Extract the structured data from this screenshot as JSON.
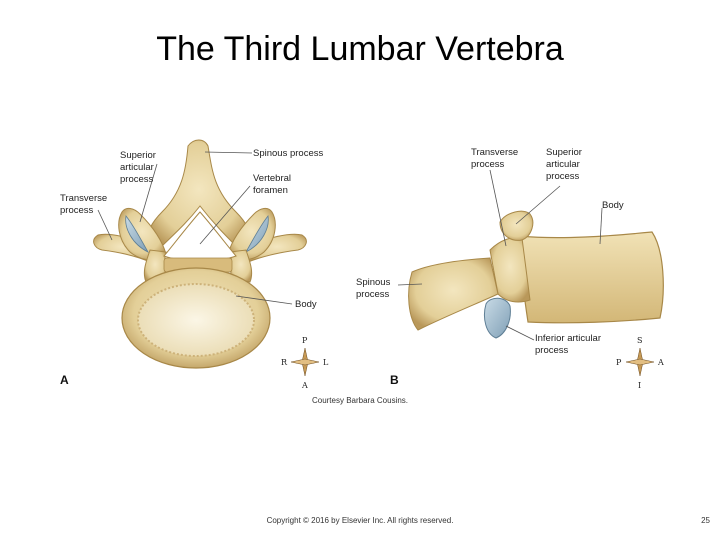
{
  "slide": {
    "title": "The Third Lumbar Vertebra",
    "credit": "Courtesy Barbara Cousins.",
    "copyright": "Copyright © 2016 by Elsevier Inc. All rights reserved.",
    "page_number": "25"
  },
  "figure_a": {
    "panel_label": "A",
    "labels": {
      "superior_articular": [
        "Superior",
        "articular",
        "process"
      ],
      "spinous": "Spinous process",
      "vertebral_foramen": [
        "Vertebral",
        "foramen"
      ],
      "transverse": [
        "Transverse",
        "process"
      ],
      "body": "Body"
    },
    "compass": {
      "top": "P",
      "bottom": "A",
      "left": "R",
      "right": "L"
    }
  },
  "figure_b": {
    "panel_label": "B",
    "labels": {
      "transverse": [
        "Transverse",
        "process"
      ],
      "superior_articular": [
        "Superior",
        "articular",
        "process"
      ],
      "body": "Body",
      "spinous": [
        "Spinous",
        "process"
      ],
      "inferior_articular": [
        "Inferior articular",
        "process"
      ]
    },
    "compass": {
      "top": "S",
      "bottom": "I",
      "left": "P",
      "right": "A"
    }
  },
  "colors": {
    "bone": "#e3cf98",
    "bone_dark": "#b9985a",
    "bone_light": "#f3e6bf",
    "cartilage": "#9bb8cc",
    "line": "#555555"
  }
}
